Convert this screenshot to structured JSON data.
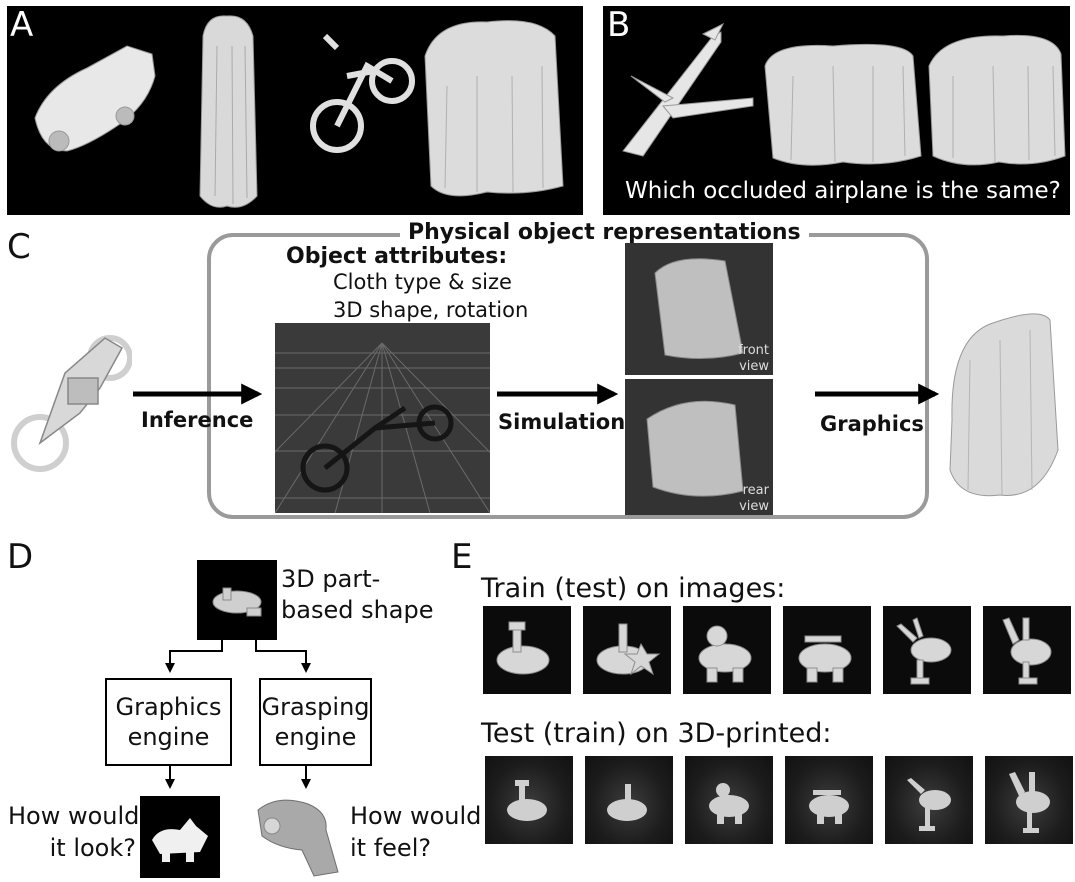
{
  "panels": {
    "A": {
      "label": "A"
    },
    "B": {
      "label": "B",
      "caption": "Which occluded airplane is the same?"
    },
    "C": {
      "label": "C",
      "box_title": "Physical object representations",
      "attributes_title": "Object attributes:",
      "attributes": [
        "Cloth type & size",
        "3D shape, rotation"
      ],
      "arrows": [
        "Inference",
        "Simulation",
        "Graphics"
      ],
      "views": [
        "front\nview",
        "rear\nview"
      ]
    },
    "D": {
      "label": "D",
      "shape_text": [
        "3D part-",
        "based shape"
      ],
      "engines": [
        "Graphics\nengine",
        "Grasping\nengine"
      ],
      "questions": [
        "How would\nit look?",
        "How would\nit feel?"
      ]
    },
    "E": {
      "label": "E",
      "row1_title": "Train (test) on images:",
      "row2_title": "Test (train) on 3D-printed:"
    }
  }
}
